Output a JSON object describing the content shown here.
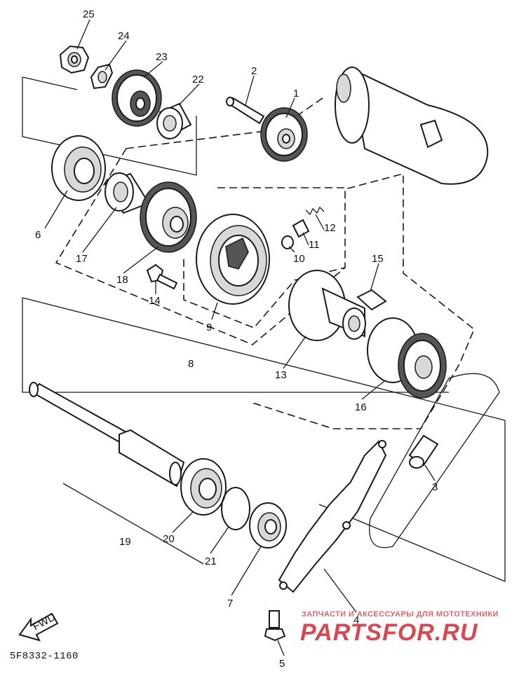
{
  "diagram_code": "5F8332-1160",
  "fwd_label": "FWD",
  "watermark": {
    "tagline": "ЗАПЧАСТИ И АКСЕССУАРЫ ДЛЯ МОТОТЕХНИКИ",
    "brand": "PARTSFOR.RU"
  },
  "callouts": [
    "25",
    "24",
    "23",
    "22",
    "2",
    "1",
    "6",
    "17",
    "18",
    "14",
    "12",
    "11",
    "10",
    "9",
    "8",
    "15",
    "13",
    "16",
    "3",
    "19",
    "20",
    "21",
    "7",
    "4",
    "5"
  ]
}
